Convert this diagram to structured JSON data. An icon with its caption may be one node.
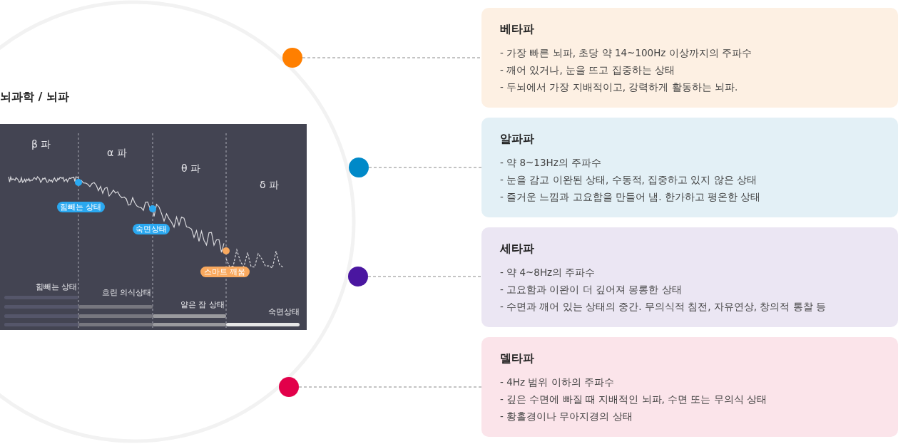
{
  "diagram": {
    "nodes": [
      {
        "text": [],
        "shape": "circle"
      },
      {
        "text": [
          "베타파",
          "- 가장 빠른 뇌파, 초당 약 14~100Hz 이상까지의 주파수",
          "- 깨어 있거나, 눈을 뜨고 집중하는 상태",
          "- 두뇌에서 가장 지배적이고, 강력하게 활동하는 뇌파."
        ]
      },
      {
        "text": [],
        "shape": "circle"
      },
      {
        "text": [
          "알파파",
          "- 약 8~13Hz의 주파수",
          "- 눈을 감고 이완된 상태, 수동적, 집중하고 있지 않은 상태",
          "- 즐거운 느낌과 고요함을 만들어 냄. 한가하고 평온한 상태"
        ]
      },
      {
        "text": [],
        "shape": "circle"
      },
      {
        "text": [
          "세타파",
          "- 약 4~8Hz의 주파수",
          "- 고요함과 이완이 더 깊어져 몽롱한 상태",
          "- 수면과 깨어 있는 상태의 중간. 무의식적 침전, 자유연상, 창의적 통찰 등"
        ]
      },
      {
        "text": [],
        "shape": "circle"
      },
      {
        "text": [
          "델타파",
          "- 4Hz 범위 이하의 주파수",
          "- 깊은 수면에 빠질 때 지배적인 뇌파, 수면 또는 무의식 상태",
          "- 황홀경이나 무아지경의 상태"
        ]
      }
    ],
    "edges": [
      {
        "from": 0,
        "to": 1,
        "arrow": "none",
        "style": "dashed"
      },
      {
        "from": 2,
        "to": 3,
        "arrow": "none",
        "style": "dashed"
      },
      {
        "from": 4,
        "to": 5,
        "arrow": "none",
        "style": "dashed"
      },
      {
        "from": 6,
        "to": 7,
        "arrow": "none",
        "style": "dashed"
      }
    ],
    "labels": [
      "뇌과학 / 뇌파",
      "β 파",
      "α 파",
      "θ 파",
      "δ 파",
      "힘빼는 상태",
      "숙면상태",
      "스마트 깨움",
      "힘빼는 상태",
      "흐린 의식상태",
      "얕은 잠 상태",
      "숙면상태"
    ]
  }
}
